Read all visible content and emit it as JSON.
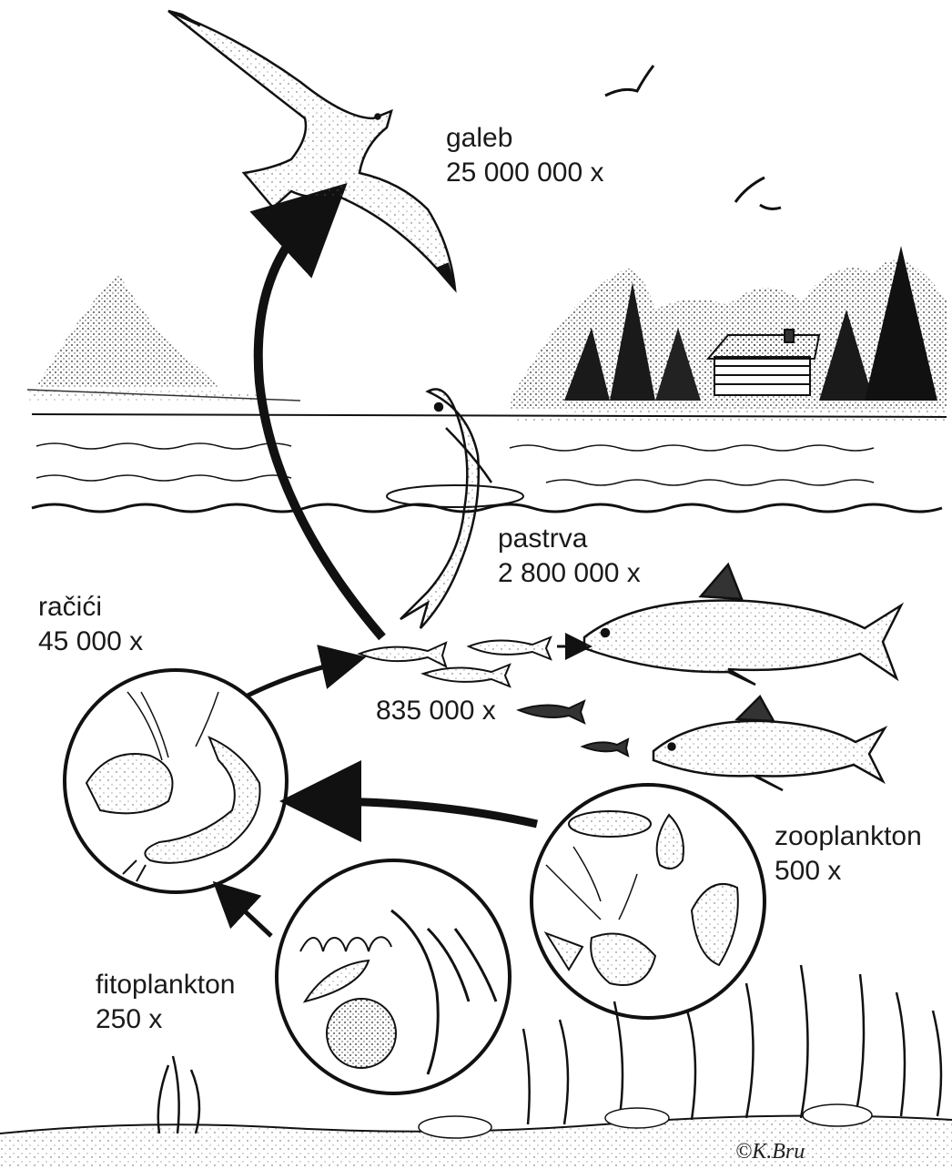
{
  "labels": {
    "galeb": {
      "name": "galeb",
      "value": "25 000 000 x"
    },
    "pastrva": {
      "name": "pastrva",
      "value": "2 800 000 x"
    },
    "racici": {
      "name": "račići",
      "value": "45 000 x"
    },
    "small_fish": {
      "value": "835 000 x"
    },
    "zooplankton": {
      "name": "zooplankton",
      "value": "500 x"
    },
    "fitoplankton": {
      "name": "fitoplankton",
      "value": "250 x"
    }
  },
  "signature": "©K.Bru"
}
